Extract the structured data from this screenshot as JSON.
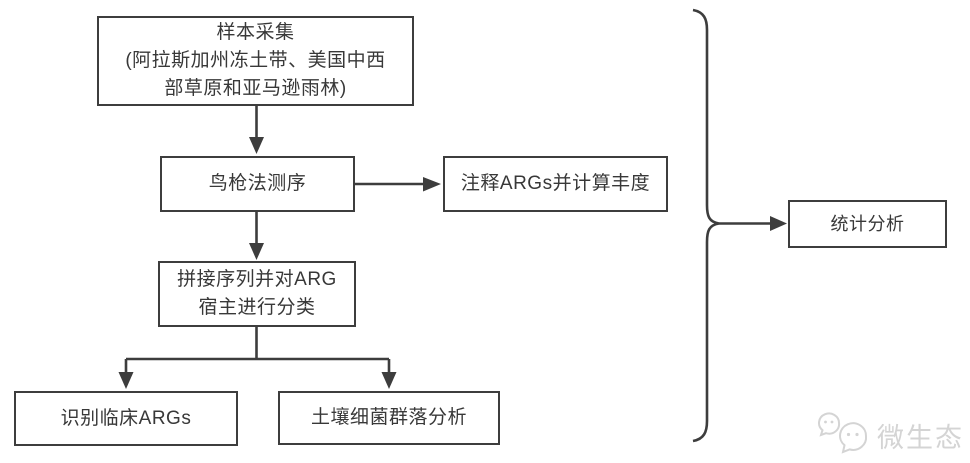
{
  "colors": {
    "line": "#3d3d3d",
    "box_border": "#3d3d3d",
    "text": "#383838",
    "background": "#ffffff",
    "watermark": "#d4d4d4"
  },
  "nodes": {
    "sample_collection": "样本采集\n(阿拉斯加州冻土带、美国中西\n部草原和亚马逊雨林)",
    "shotgun_sequencing": "鸟枪法测序",
    "annotate_args": "注释ARGs并计算丰度",
    "assemble_classify": "拼接序列并对ARG\n宿主进行分类",
    "identify_clinical_args": "识别临床ARGs",
    "soil_community_analysis": "土壤细菌群落分析",
    "statistical_analysis": "统计分析"
  },
  "watermark": {
    "label": "微生态",
    "icon": "wechat-icon"
  }
}
